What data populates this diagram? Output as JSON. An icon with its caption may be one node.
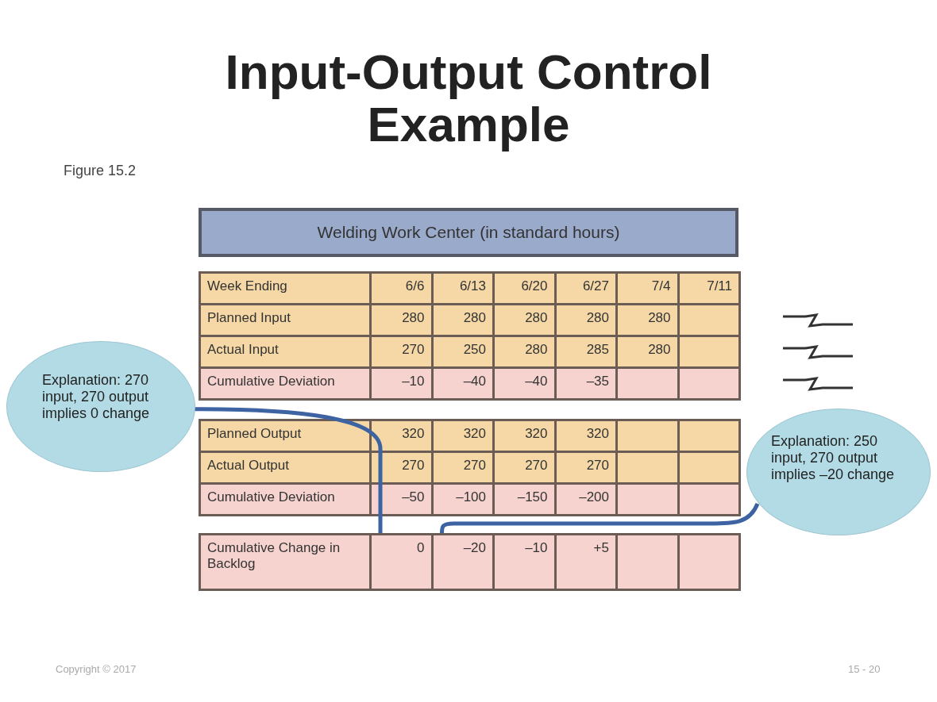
{
  "diagram": {
    "title": "Input-Output Control Example",
    "nodes": [
      {
        "text": [
          "Explanation: 270 input, 270 output implies 0 change"
        ]
      },
      {
        "text": [
          "Explanation: 250 input, 270 output implies –20 change"
        ]
      },
      {
        "text": [
          "0"
        ]
      },
      {
        "text": [
          "–20"
        ]
      }
    ],
    "edges": [
      {
        "from": 0,
        "to": 2,
        "arrow": "none"
      },
      {
        "from": 1,
        "to": 3,
        "arrow": "none"
      }
    ],
    "labels": [
      "Figure 15.2",
      "Welding Work Center (in standard hours)",
      "Week Ending",
      "6/6",
      "6/13",
      "6/20",
      "6/27",
      "7/4",
      "7/11",
      "Planned Input",
      "280",
      "280",
      "280",
      "280",
      "280",
      "Actual Input",
      "270",
      "250",
      "280",
      "285",
      "280",
      "Cumulative Deviation",
      "–10",
      "–40",
      "–40",
      "–35",
      "Planned Output",
      "320",
      "320",
      "320",
      "320",
      "Actual Output",
      "270",
      "270",
      "270",
      "270",
      "Cumulative Deviation",
      "–50",
      "–100",
      "–150",
      "–200",
      "Cumulative Change in Backlog",
      "–10",
      "+5",
      "Copyright © 2017",
      "15 - 20"
    ]
  }
}
